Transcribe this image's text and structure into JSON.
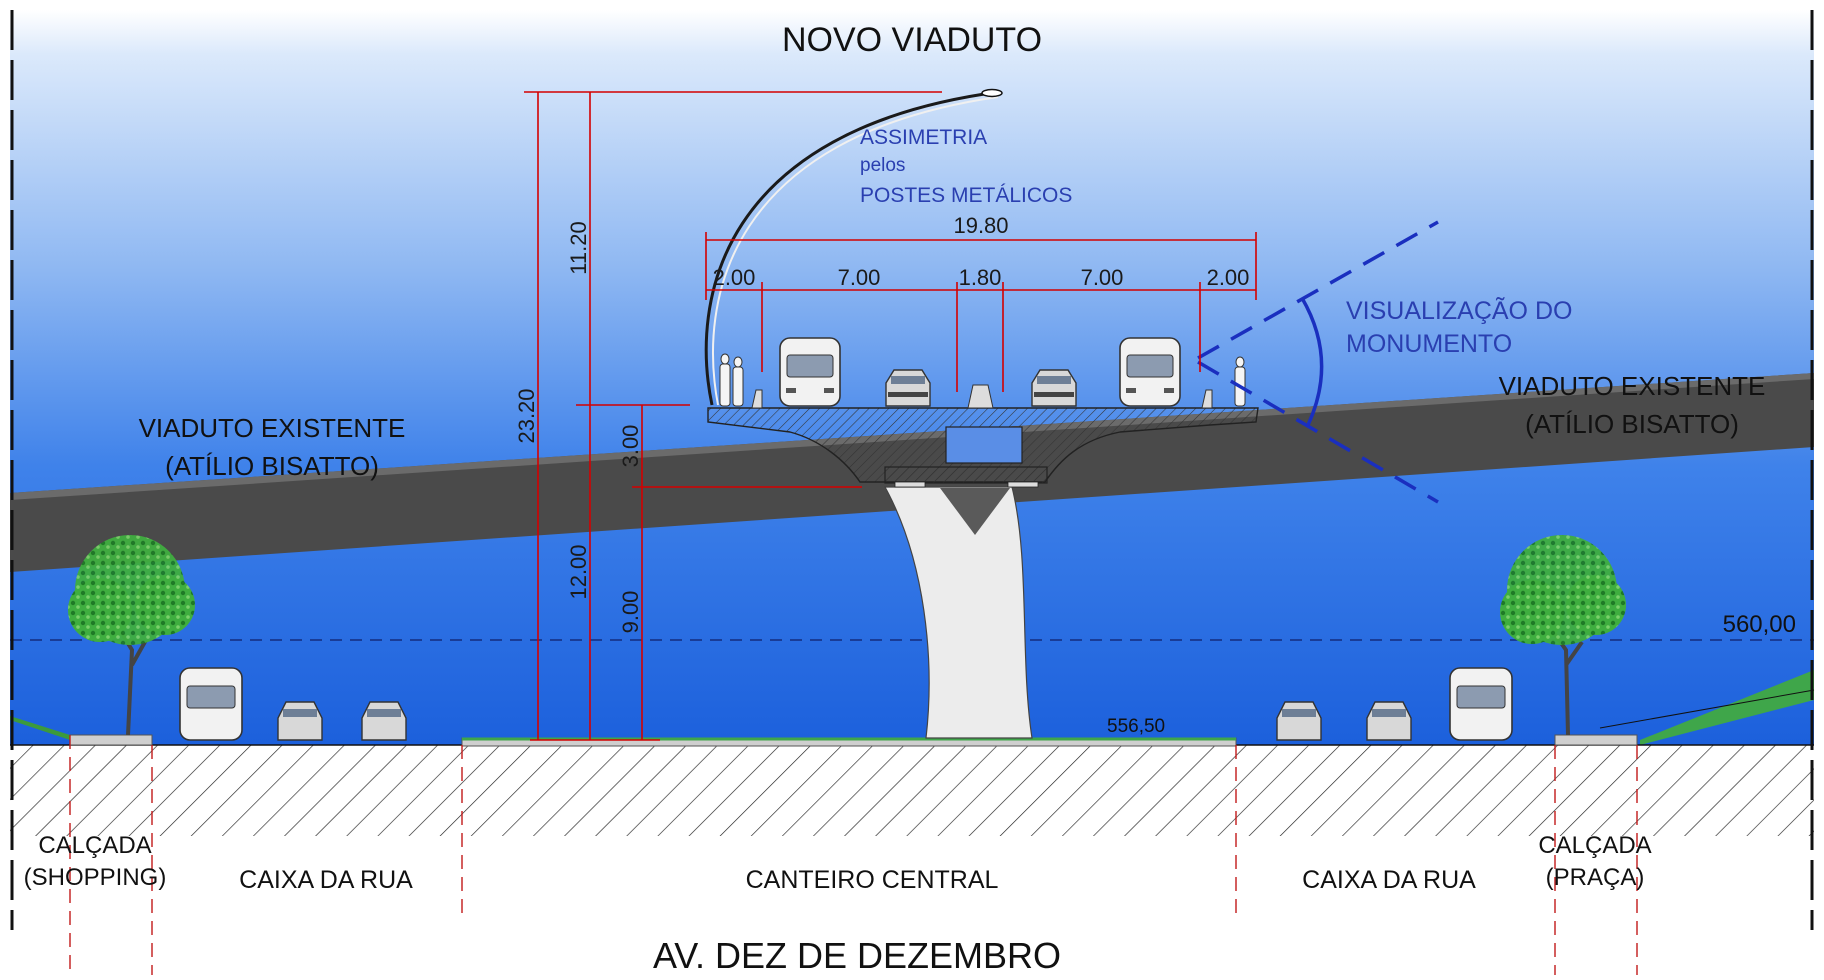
{
  "title": "NOVO VIADUTO",
  "footer_title": "AV. DEZ DE DEZEMBRO",
  "annotations": {
    "assimetria_1": "ASSIMETRIA",
    "assimetria_2": "pelos",
    "assimetria_3": "POSTES METÁLICOS",
    "visualizacao_1": "VISUALIZAÇÃO DO",
    "visualizacao_2": "MONUMENTO",
    "viaduto_left_1": "VIADUTO EXISTENTE",
    "viaduto_left_2": "(ATÍLIO BISATTO)",
    "viaduto_right_1": "VIADUTO EXISTENTE",
    "viaduto_right_2": "(ATÍLIO BISATTO)"
  },
  "dimensions": {
    "deck_total": "19.80",
    "seg_1": "2.00",
    "seg_2": "7.00",
    "seg_3": "1.80",
    "seg_4": "7.00",
    "seg_5": "2.00",
    "total_height": "23.20",
    "pole_height": "11.20",
    "ground_to_deck": "12.00",
    "structure_depth": "3.00",
    "clearance": "9.00"
  },
  "levels": {
    "reference": "560,00",
    "ground": "556,50"
  },
  "zones": {
    "calcada_left_1": "CALÇADA",
    "calcada_left_2": "(SHOPPING)",
    "caixa_left": "CAIXA DA RUA",
    "canteiro": "CANTEIRO CENTRAL",
    "caixa_right": "CAIXA DA RUA",
    "calcada_right_1": "CALÇADA",
    "calcada_right_2": "(PRAÇA)"
  },
  "colors": {
    "sky_top": "#ffffff",
    "sky_bottom": "#1c64e0",
    "existing_viaduct": "#4a4a4a",
    "dimension_red": "#d40000",
    "annotation_blue": "#2a3fb0",
    "tree_green": "#2e9a35"
  }
}
